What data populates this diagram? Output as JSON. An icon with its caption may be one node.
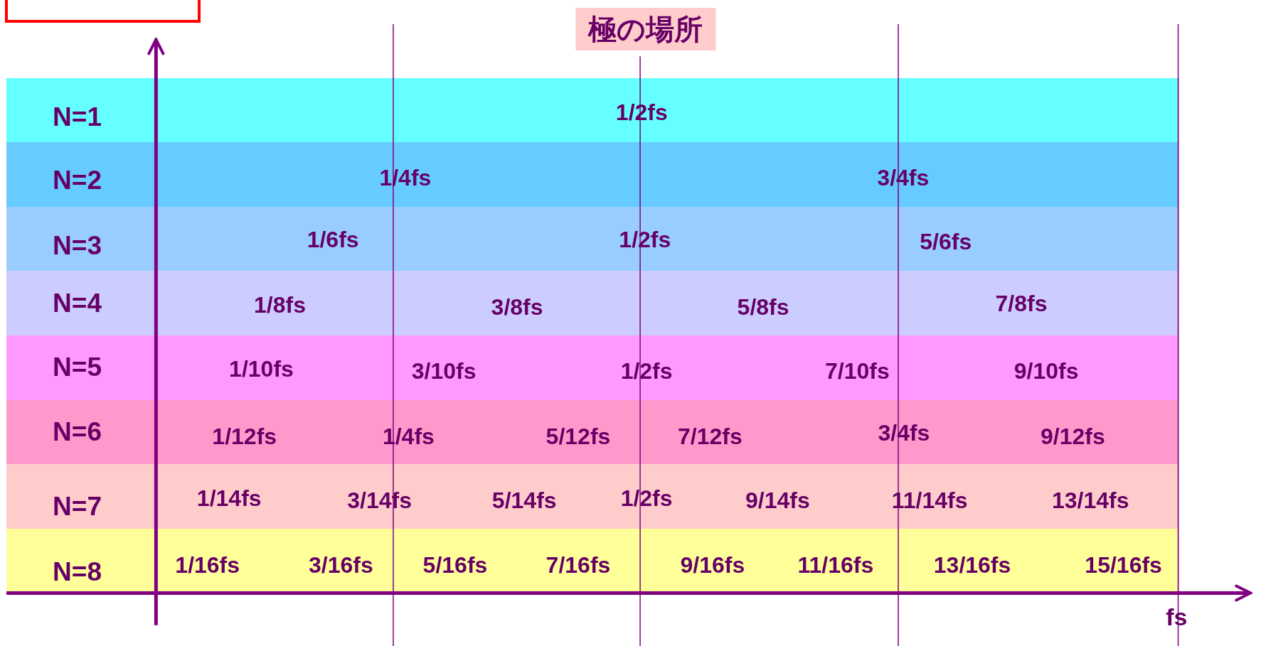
{
  "diagram": {
    "title": "極の場所",
    "nodes": [
      {
        "text": [],
        "shape": "box"
      },
      {
        "text": [
          "N=1",
          "1/2fs"
        ]
      },
      {
        "text": [
          "N=2",
          "1/4fs",
          "3/4fs"
        ]
      },
      {
        "text": [
          "N=3",
          "1/6fs",
          "1/2fs",
          "5/6fs"
        ]
      },
      {
        "text": [
          "N=4",
          "1/8fs",
          "3/8fs",
          "5/8fs",
          "7/8fs"
        ]
      },
      {
        "text": [
          "N=5",
          "1/10fs",
          "3/10fs",
          "1/2fs",
          "7/10fs",
          "9/10fs"
        ]
      },
      {
        "text": [
          "N=6",
          "1/12fs",
          "1/4fs",
          "5/12fs",
          "7/12fs",
          "3/4fs",
          "9/12fs"
        ]
      },
      {
        "text": [
          "N=7",
          "1/14fs",
          "3/14fs",
          "5/14fs",
          "1/2fs",
          "9/14fs",
          "11/14fs",
          "13/14fs"
        ]
      },
      {
        "text": [
          "N=8",
          "1/16fs",
          "3/16fs",
          "5/16fs",
          "7/16fs",
          "9/16fs",
          "11/16fs",
          "13/16fs",
          "15/16fs"
        ]
      }
    ],
    "labels": [
      "fs"
    ]
  }
}
